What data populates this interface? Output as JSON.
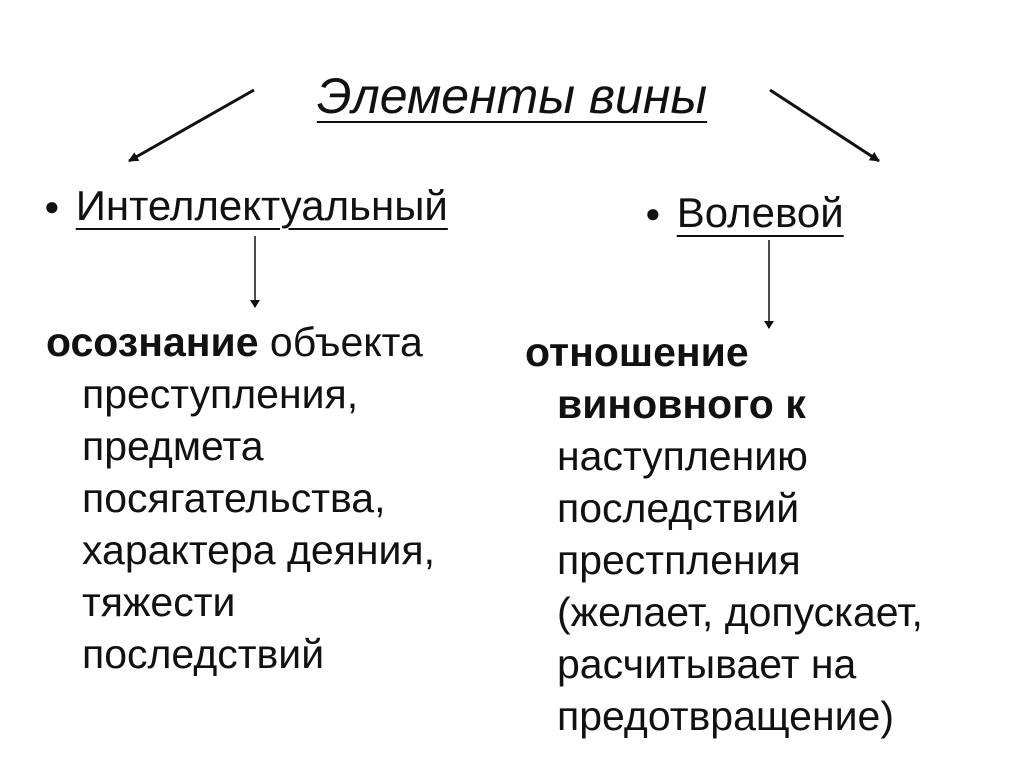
{
  "title": "Элементы вины",
  "left": {
    "label": "Интеллектуальный",
    "description": {
      "bold": "осознание",
      "first_rest": " объекта",
      "lines": [
        "преступления,",
        "предмета",
        "посягательства,",
        "характера деяния,",
        "тяжести",
        "последствий"
      ]
    }
  },
  "right": {
    "label": "Волевой",
    "description": {
      "bold_lines": [
        "отношение",
        "виновного к"
      ],
      "lines": [
        "наступлению",
        "последствий",
        "престпления",
        "(желает, допускает,",
        "расчитывает на",
        "предотвращение)"
      ]
    }
  }
}
